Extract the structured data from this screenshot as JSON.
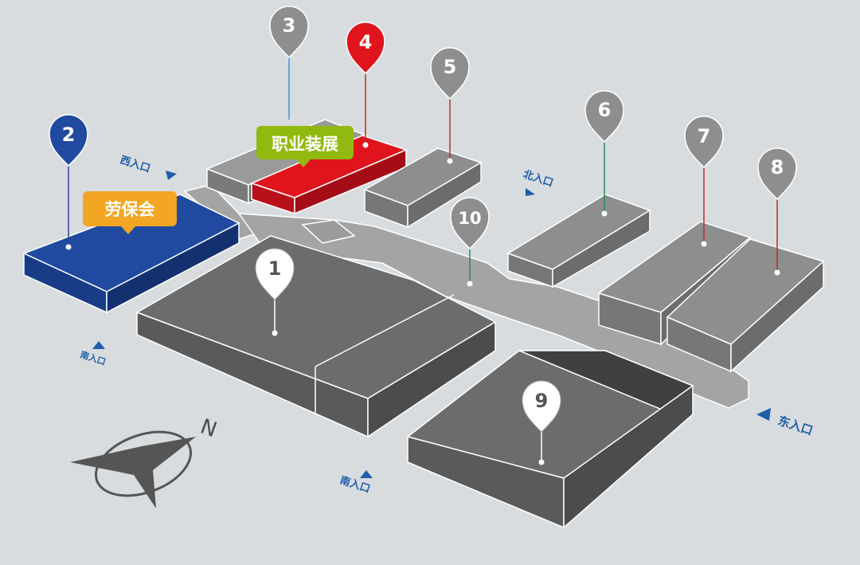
{
  "halls": {
    "h1": {
      "label": "1",
      "color": "#6c6c6c"
    },
    "h2": {
      "label": "2",
      "color": "#1f4aa0"
    },
    "h3": {
      "label": "3",
      "color": "#8a8a8a"
    },
    "h4": {
      "label": "4",
      "color": "#e0141c"
    },
    "h5": {
      "label": "5",
      "color": "#8a8a8a"
    },
    "h6": {
      "label": "6",
      "color": "#8a8a8a"
    },
    "h7": {
      "label": "7",
      "color": "#8a8a8a"
    },
    "h8": {
      "label": "8",
      "color": "#8a8a8a"
    },
    "h9": {
      "label": "9",
      "color": "#6c6c6c"
    },
    "h10": {
      "label": "10",
      "color": "#8a8a8a"
    }
  },
  "callouts": {
    "laobaohui": {
      "text": "劳保会",
      "color": "#f2a623"
    },
    "zhiyezhuangzhan": {
      "text": "职业装展",
      "color": "#92b90f"
    }
  },
  "entrances": {
    "west": "西入口",
    "north": "北入口",
    "east": "东入口",
    "south_left": "南入口",
    "south_right": "南入口"
  },
  "compass": {
    "north_label": "N"
  },
  "colors": {
    "background": "#d9dcdf",
    "corridor": "#a4a4a4",
    "building_light": "#8a8a8a",
    "building_dark": "#6c6c6c",
    "entrance_blue": "#1c5ea8"
  }
}
